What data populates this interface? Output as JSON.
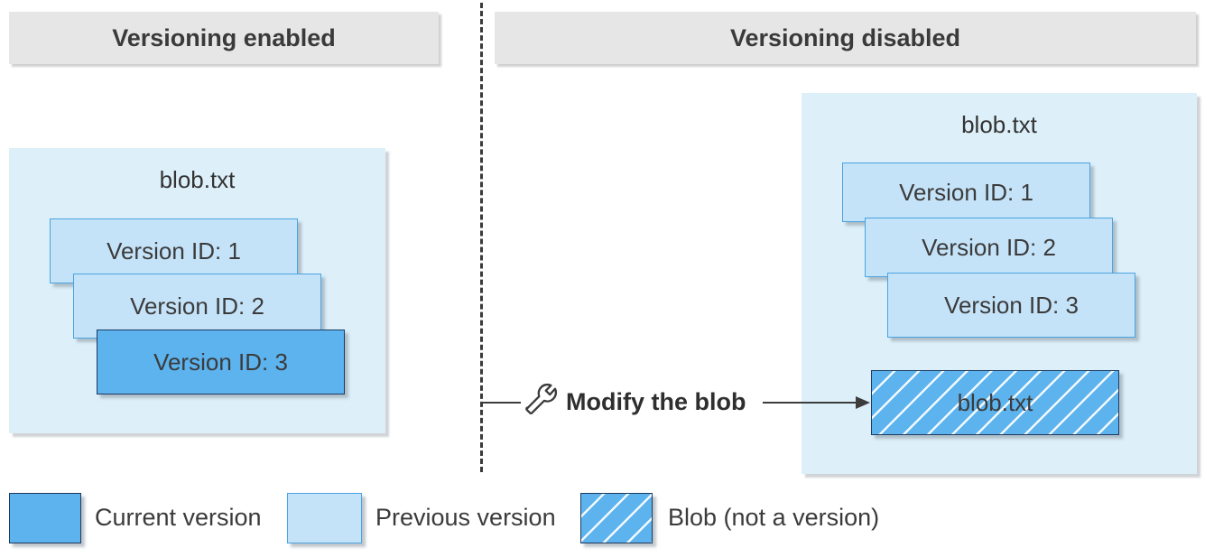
{
  "headers": {
    "left": "Versioning enabled",
    "right": "Versioning disabled"
  },
  "left_panel": {
    "title": "blob.txt",
    "versions": [
      {
        "label": "Version ID: 1",
        "type": "previous"
      },
      {
        "label": "Version ID: 2",
        "type": "previous"
      },
      {
        "label": "Version ID: 3",
        "type": "current"
      }
    ]
  },
  "right_panel": {
    "title": "blob.txt",
    "versions": [
      {
        "label": "Version ID: 1",
        "type": "previous"
      },
      {
        "label": "Version ID: 2",
        "type": "previous"
      },
      {
        "label": "Version ID: 3",
        "type": "previous"
      }
    ],
    "blob": {
      "label": "blob.txt",
      "type": "blob-not-a-version"
    }
  },
  "modify": {
    "icon": "wrench-icon",
    "label": "Modify the blob"
  },
  "legend": [
    {
      "swatch": "current-version-swatch",
      "label": "Current version"
    },
    {
      "swatch": "previous-version-swatch",
      "label": "Previous version"
    },
    {
      "swatch": "blob-swatch",
      "label": "Blob (not a version)"
    }
  ],
  "colors": {
    "current_version": "#5cb3ee",
    "previous_version": "#c5e3f8",
    "panel_background": "#ddf0fa",
    "header_background": "#e6e6e6",
    "border_light_blue": "#4aa3e0",
    "border_dark_navy": "#1e3a5f",
    "text": "#3b3b3b"
  }
}
